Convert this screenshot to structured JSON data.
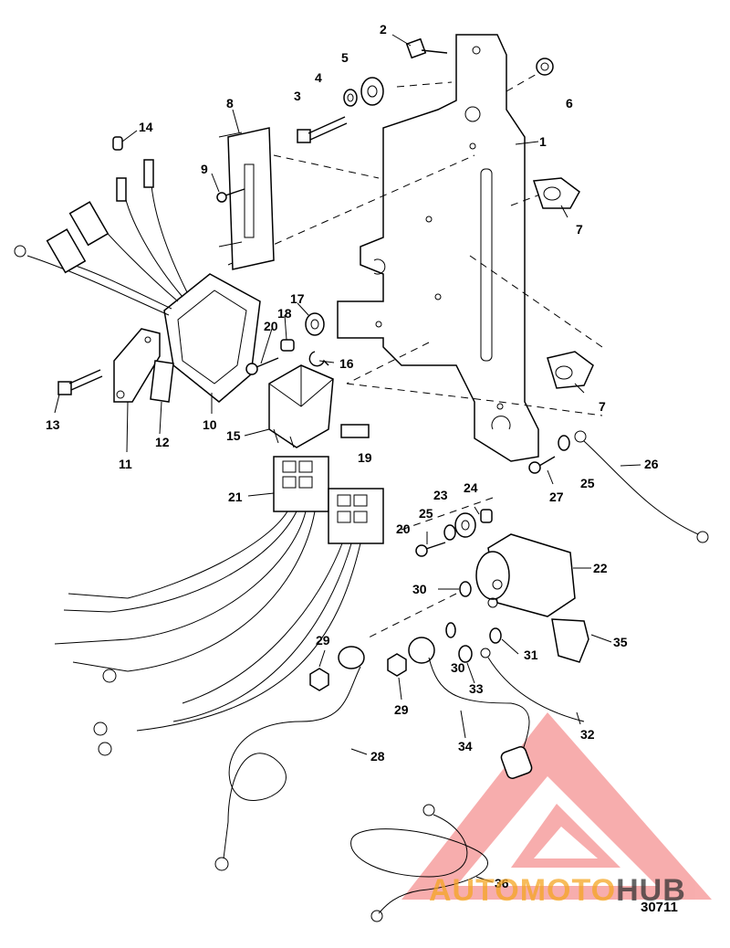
{
  "figure_number": "30711",
  "watermark": {
    "part1": "AUTO",
    "part2": "MOTO",
    "part3": "HUB",
    "colors": {
      "triangle": "#f26b6b",
      "text": "#f5a623",
      "hub": "#333333"
    }
  },
  "callouts": [
    {
      "id": "c1",
      "label": "1"
    },
    {
      "id": "c2",
      "label": "2"
    },
    {
      "id": "c3",
      "label": "3"
    },
    {
      "id": "c4",
      "label": "4"
    },
    {
      "id": "c5",
      "label": "5"
    },
    {
      "id": "c6",
      "label": "6"
    },
    {
      "id": "c7a",
      "label": "7"
    },
    {
      "id": "c7b",
      "label": "7"
    },
    {
      "id": "c8",
      "label": "8"
    },
    {
      "id": "c9",
      "label": "9"
    },
    {
      "id": "c10",
      "label": "10"
    },
    {
      "id": "c11",
      "label": "11"
    },
    {
      "id": "c12",
      "label": "12"
    },
    {
      "id": "c13",
      "label": "13"
    },
    {
      "id": "c14",
      "label": "14"
    },
    {
      "id": "c15",
      "label": "15"
    },
    {
      "id": "c16",
      "label": "16"
    },
    {
      "id": "c17",
      "label": "17"
    },
    {
      "id": "c18",
      "label": "18"
    },
    {
      "id": "c19",
      "label": "19"
    },
    {
      "id": "c20a",
      "label": "20"
    },
    {
      "id": "c20b",
      "label": "20"
    },
    {
      "id": "c21",
      "label": "21"
    },
    {
      "id": "c22",
      "label": "22"
    },
    {
      "id": "c23",
      "label": "23"
    },
    {
      "id": "c24",
      "label": "24"
    },
    {
      "id": "c25a",
      "label": "25"
    },
    {
      "id": "c25b",
      "label": "25"
    },
    {
      "id": "c26",
      "label": "26"
    },
    {
      "id": "c27",
      "label": "27"
    },
    {
      "id": "c28",
      "label": "28"
    },
    {
      "id": "c29a",
      "label": "29"
    },
    {
      "id": "c29b",
      "label": "29"
    },
    {
      "id": "c30a",
      "label": "30"
    },
    {
      "id": "c30b",
      "label": "30"
    },
    {
      "id": "c31",
      "label": "31"
    },
    {
      "id": "c32",
      "label": "32"
    },
    {
      "id": "c33",
      "label": "33"
    },
    {
      "id": "c34",
      "label": "34"
    },
    {
      "id": "c35",
      "label": "35"
    },
    {
      "id": "c36",
      "label": "36"
    }
  ]
}
